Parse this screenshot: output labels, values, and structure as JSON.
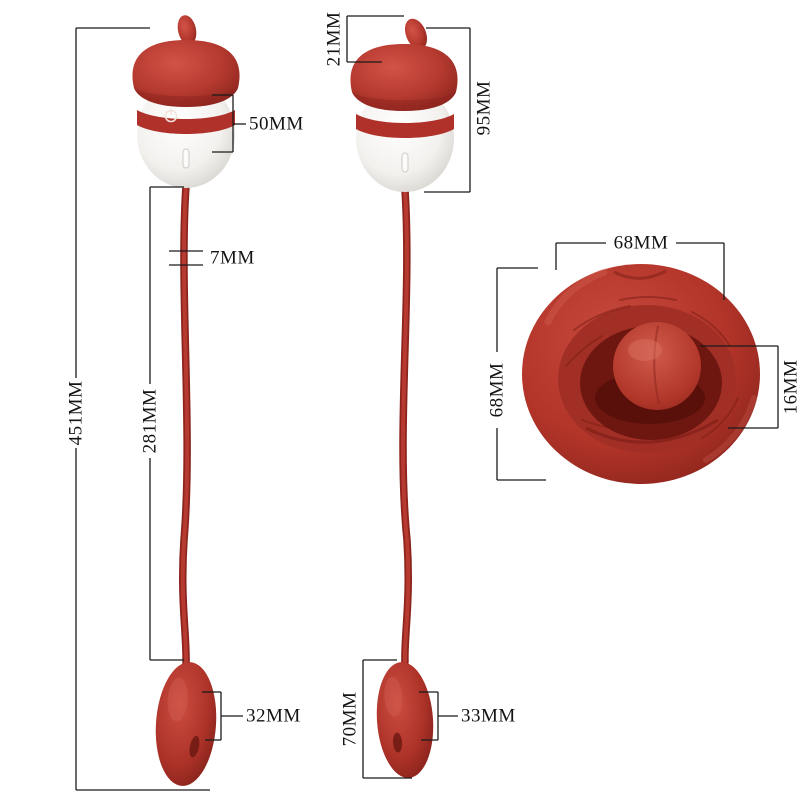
{
  "diagram": {
    "name": "product-dimension-diagram",
    "colors": {
      "background": "#ffffff",
      "product_red": "#b63a30",
      "product_red_dark": "#7c1e17",
      "product_red_light": "#d25247",
      "body_white": "#f3f1ee",
      "band_red": "#b0302a",
      "dimension_line": "#1b1b1b",
      "label_text": "#141414"
    }
  },
  "labels": {
    "total_length": "451MM",
    "stem_length": "281MM",
    "head_width": "50MM",
    "stem_diameter": "7MM",
    "left_tip_width": "32MM",
    "cap_height": "21MM",
    "head_height": "95MM",
    "tip_length": "70MM",
    "right_tip_width": "33MM",
    "mouth_width": "68MM",
    "mouth_height": "68MM",
    "tongue_height": "16MM"
  }
}
